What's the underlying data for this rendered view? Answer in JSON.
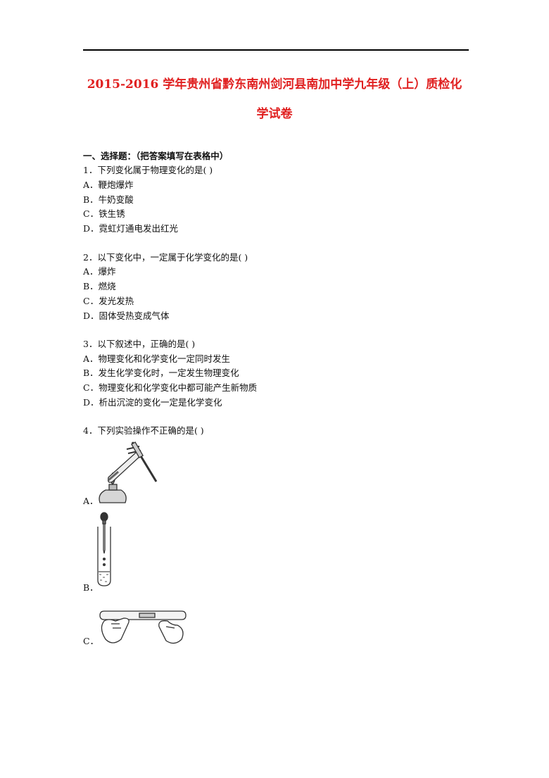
{
  "header": {
    "title_line1": "2015-2016 学年贵州省黔东南州剑河县南加中学九年级（上）质检化",
    "title_line2": "学试卷"
  },
  "section": {
    "heading": "一、选择题：（把答案填写在表格中）"
  },
  "questions": [
    {
      "stem": "1．下列变化属于物理变化的是(      )",
      "options": [
        "A．鞭炮爆炸",
        "B．牛奶变酸",
        "C．铁生锈",
        "D．霓虹灯通电发出红光"
      ]
    },
    {
      "stem": "2．以下变化中，一定属于化学变化的是(      )",
      "options": [
        "A．爆炸",
        "B．燃烧",
        "C．发光发热",
        "D．固体受热变成气体"
      ]
    },
    {
      "stem": "3．以下叙述中，正确的是(      )",
      "options": [
        "A．物理变化和化学变化一定同时发生",
        "B．发生化学变化时，一定发生物理变化",
        "C．物理变化和化学变化中都可能产生新物质",
        "D．析出沉淀的变化一定是化学变化"
      ]
    },
    {
      "stem": "4．下列实验操作不正确的是(      )",
      "options": [
        "A．",
        "B．",
        "C．"
      ]
    }
  ]
}
